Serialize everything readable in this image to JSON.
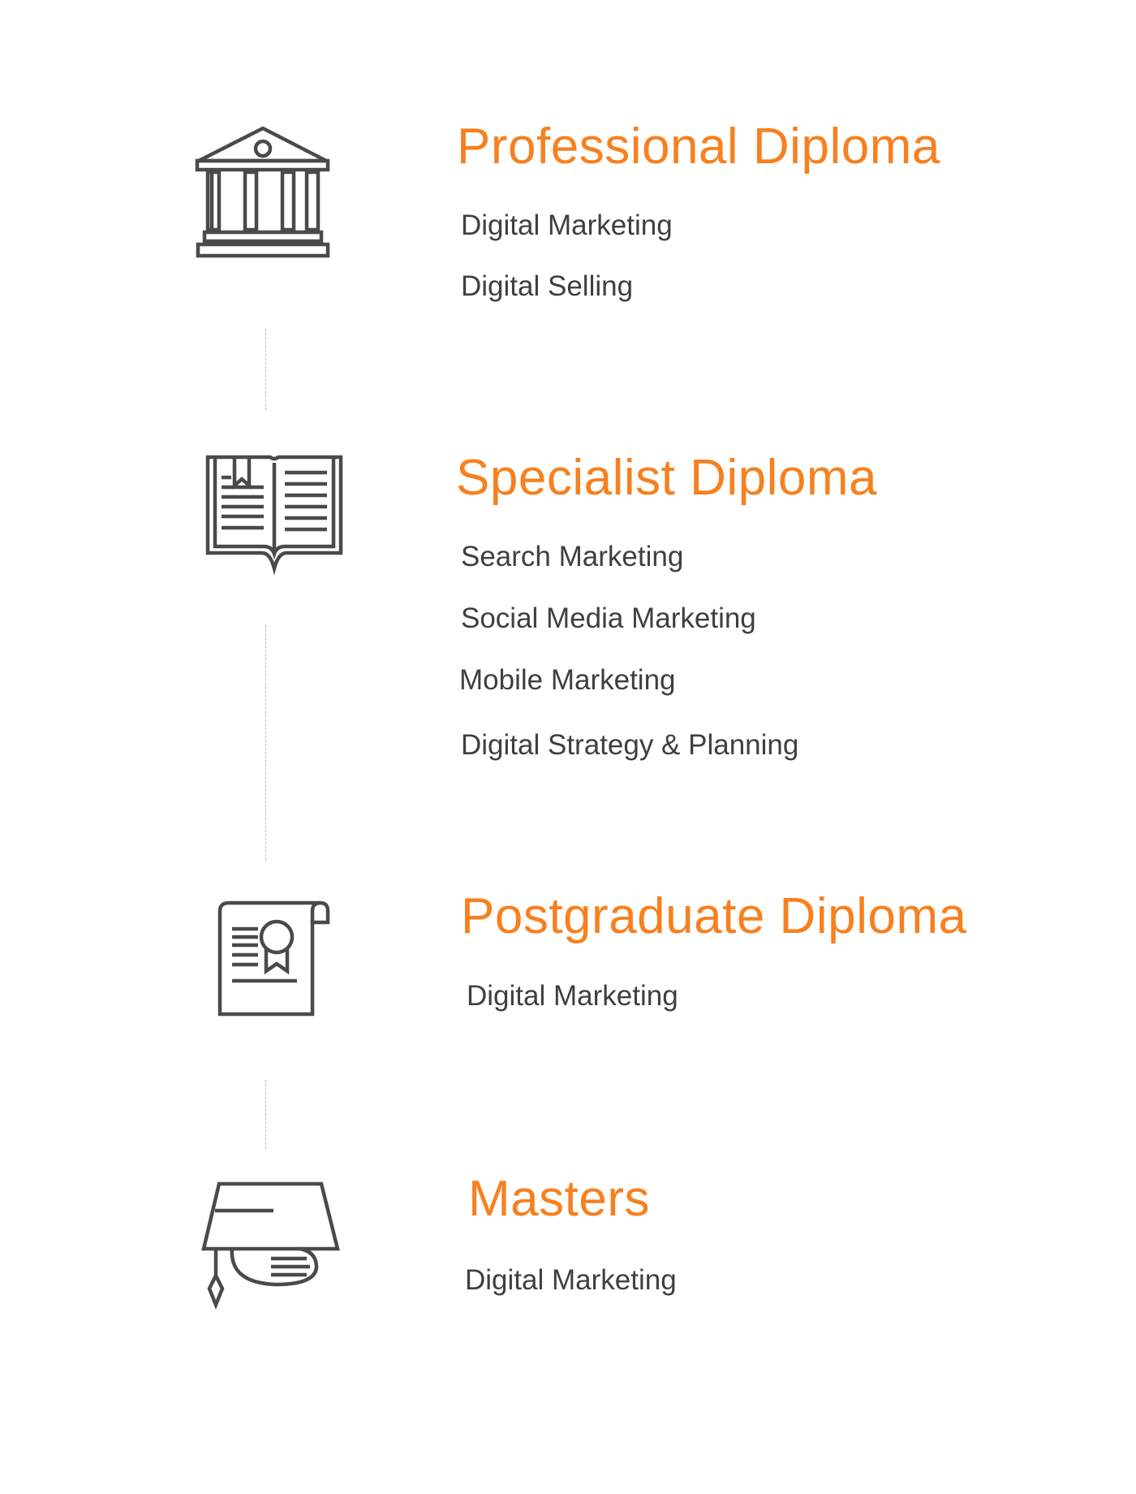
{
  "colors": {
    "accent": "#f7801f",
    "text": "#3f3f3f",
    "icon_stroke": "#4a4a4a",
    "connector": "#b4b4b4"
  },
  "levels": [
    {
      "title": "Professional Diploma",
      "icon": "bank-building-icon",
      "courses": [
        "Digital Marketing",
        "Digital Selling"
      ]
    },
    {
      "title": "Specialist Diploma",
      "icon": "open-book-icon",
      "courses": [
        "Search Marketing",
        "Social Media Marketing",
        "Mobile Marketing",
        "Digital Strategy & Planning"
      ]
    },
    {
      "title": "Postgraduate Diploma",
      "icon": "certificate-icon",
      "courses": [
        "Digital Marketing"
      ]
    },
    {
      "title": "Masters",
      "icon": "graduation-cap-icon",
      "courses": [
        "Digital Marketing"
      ]
    }
  ]
}
